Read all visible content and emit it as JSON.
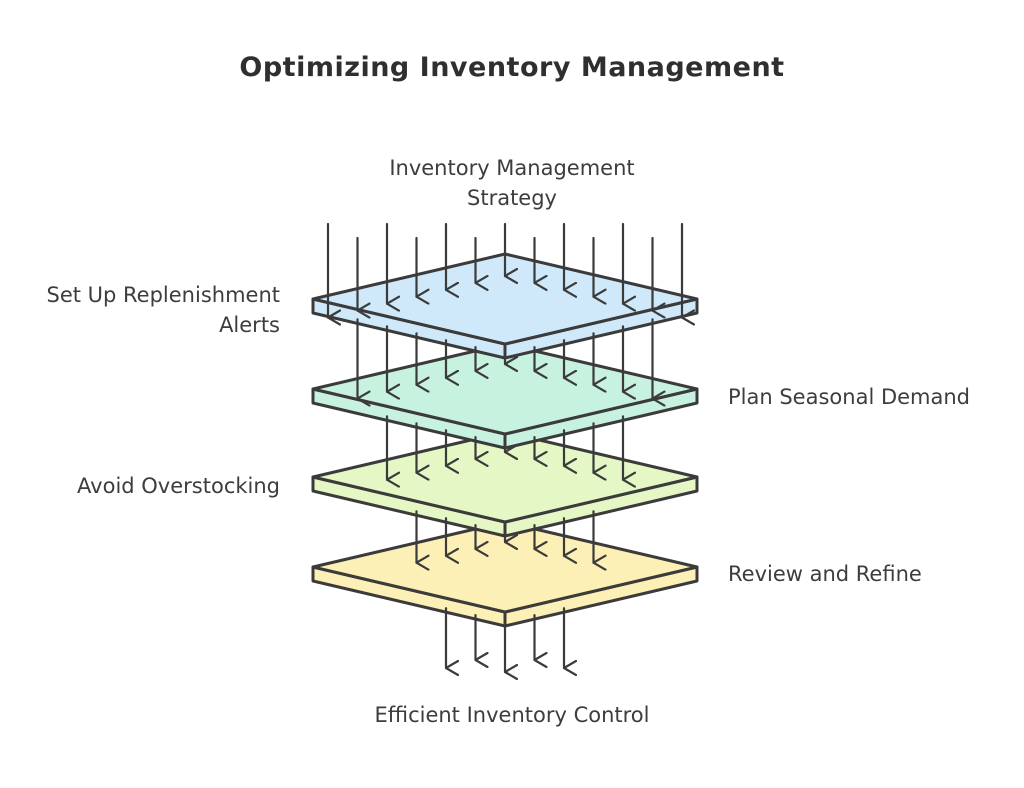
{
  "title": "Optimizing Inventory Management",
  "input": {
    "line1": "Inventory Management",
    "line2": "Strategy"
  },
  "layers": [
    {
      "line1": "Set Up Replenishment",
      "line2": "Alerts",
      "color": "#cfe9fb"
    },
    {
      "line1": "Plan Seasonal Demand",
      "line2": "",
      "color": "#c7f2df"
    },
    {
      "line1": "Avoid Overstocking",
      "line2": "",
      "color": "#e4f7c4"
    },
    {
      "line1": "Review and Refine",
      "line2": "",
      "color": "#fdf0b6"
    }
  ],
  "output": "Efficient Inventory Control",
  "colors": {
    "stroke": "#3b3b3b",
    "text": "#3d3d3d"
  }
}
